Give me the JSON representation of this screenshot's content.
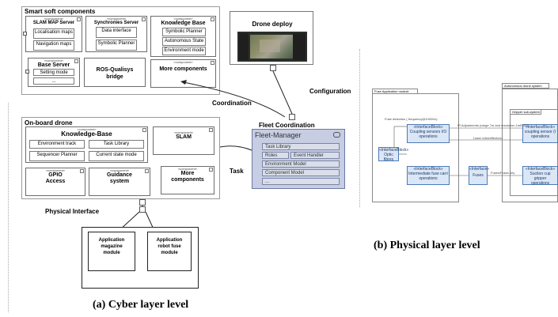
{
  "cyber": {
    "smart_soft": {
      "title": "Smart soft components",
      "slam_map_server": {
        "stereo": "«component»",
        "title": "SLAM MAP Server",
        "items": [
          "Localisation maps",
          "Navigation maps"
        ]
      },
      "sync_server": {
        "stereo": "«component»",
        "title": "Synchronies Server",
        "items": [
          "Data interface",
          "Symbolic Planner"
        ]
      },
      "knowledge_base": {
        "stereo": "«component»",
        "title": "Knowledge Base",
        "items": [
          "Symbolic Planner",
          "Autonomous State",
          "Environment mode"
        ]
      },
      "base_server": {
        "stereo": "«component»",
        "title": "Base Server",
        "items": [
          "Setting mode",
          "..."
        ]
      },
      "ros_bridge": {
        "title": "ROS-Qualisys bridge"
      },
      "more": {
        "stereo": "«component»",
        "title": "More components"
      }
    },
    "drone_deploy": {
      "title": "Drone deploy"
    },
    "labels": {
      "configuration": "Configuration",
      "coordination": "Coordination",
      "task": "Task",
      "physical_interface": "Physical Interface"
    },
    "fleet": {
      "title": "Fleet Coordination",
      "manager": "Fleet-Manager",
      "rows": [
        "Task Library",
        "Roles",
        "Event Handler",
        "Environment Model",
        "Component Model",
        "..."
      ]
    },
    "onboard": {
      "title": "On-board drone",
      "kb": {
        "stereo": "«component»",
        "title": "Knowledge-Base",
        "items": [
          "Environment track",
          "Task Library",
          "Sequencer Planner",
          "Current state mode"
        ]
      },
      "slam": {
        "stereo": "«component»",
        "title": "SLAM"
      },
      "gpio": {
        "stereo": "«component»",
        "title": "GPIO Access"
      },
      "guidance": {
        "stereo": "«component»",
        "title": "Guidance system"
      },
      "more": {
        "stereo": "«component»",
        "title": "More components"
      }
    },
    "apps": [
      "Application magazine module",
      "Application robot fuse module"
    ],
    "caption": "(a) Cyber layer level"
  },
  "physical": {
    "fuse_pkg": "Fuse Application module",
    "drone_pkg": "Autonomous drone system",
    "gripper_pkg": "Gripper sub-system",
    "blocks": {
      "coupling_left": {
        "stereo": "«InterfaceBlock»",
        "title": "Coupling sensors I/O",
        "op": "operations"
      },
      "optic": {
        "stereo": "«InterfaceBlock»",
        "title": "Optic fibres"
      },
      "intermediate": {
        "stereo": "«InterfaceBlock»",
        "title": "Intermediate fuse carri",
        "op": "operations"
      },
      "fuses": {
        "stereo": "«Interface»",
        "title": "Fuses"
      },
      "coupling_right": {
        "stereo": "«InterfaceBlock»",
        "title": "coupling sensor (I",
        "op": "operations"
      },
      "suction": {
        "stereo": "«InterfaceBlock»",
        "title": "Suction cup gripper",
        "op": "operations"
      }
    },
    "flow_labels": {
      "fuse_detection": "Fuse detection ( frequency@1000Hz)",
      "ir_adjust": "IR Adjustments (range 7m and resolution 1mB 2D)",
      "laser": "Laser retroreflectors",
      "fuses_key": "Fuses/Fuses key"
    },
    "caption": "(b) Physical layer level"
  }
}
